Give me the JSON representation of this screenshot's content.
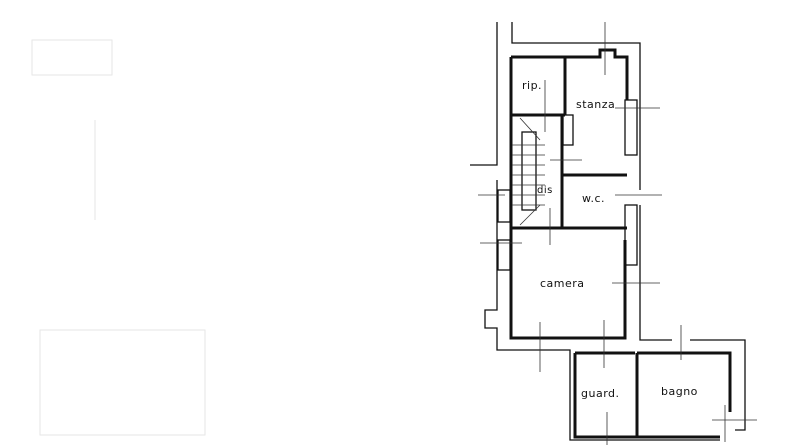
{
  "plan": {
    "rooms": [
      {
        "id": "rip",
        "label": "rip."
      },
      {
        "id": "stanza",
        "label": "stanza"
      },
      {
        "id": "dis",
        "label": "dis"
      },
      {
        "id": "wc",
        "label": "w.c."
      },
      {
        "id": "camera",
        "label": "camera"
      },
      {
        "id": "guard",
        "label": "guard."
      },
      {
        "id": "bagno",
        "label": "bagno"
      }
    ]
  }
}
